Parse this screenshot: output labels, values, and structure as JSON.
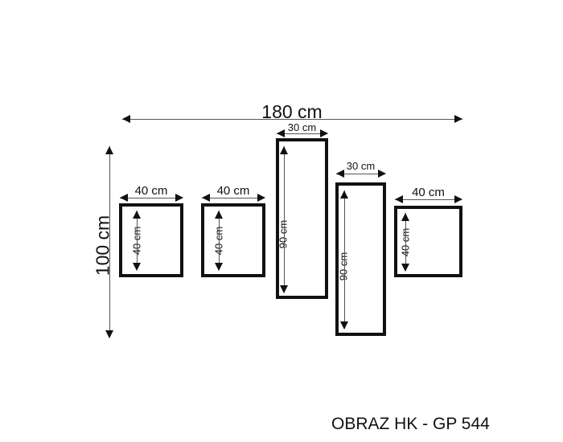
{
  "diagram": {
    "title_caption": "OBRAZ HK - GP 544",
    "unit": "cm",
    "background_color": "#ffffff",
    "line_color": "#111111",
    "dimension_line_color": "#555555",
    "overall": {
      "width_label": "180 cm",
      "height_label": "100 cm",
      "width_value": 180,
      "height_value": 100
    },
    "panels": [
      {
        "index": 1,
        "width_label": "40 cm",
        "height_label": "40 cm",
        "width_value": 40,
        "height_value": 40
      },
      {
        "index": 2,
        "width_label": "40 cm",
        "height_label": "40 cm",
        "width_value": 40,
        "height_value": 40
      },
      {
        "index": 3,
        "width_label": "30 cm",
        "height_label": "90 cm",
        "width_value": 30,
        "height_value": 90
      },
      {
        "index": 4,
        "width_label": "30 cm",
        "height_label": "90 cm",
        "width_value": 30,
        "height_value": 90
      },
      {
        "index": 5,
        "width_label": "40 cm",
        "height_label": "40 cm",
        "width_value": 40,
        "height_value": 40
      }
    ]
  }
}
